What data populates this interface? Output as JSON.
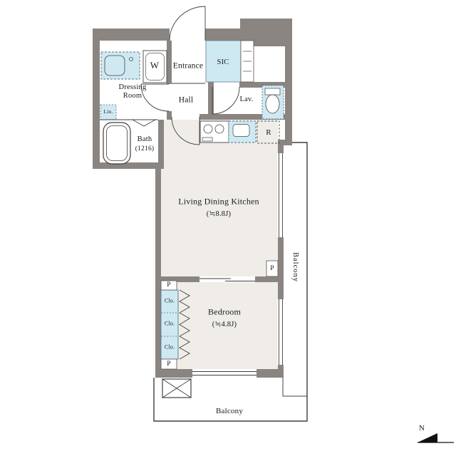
{
  "floorplan": {
    "labels": {
      "entrance": "Entrance",
      "sic": "SIC",
      "washer": "W",
      "dressing_line1": "Dressing",
      "dressing_line2": "Room",
      "hall": "Hall",
      "lavatory": "Lav.",
      "linen": "Lin.",
      "bath": "Bath",
      "bath_size": "(1216)",
      "refrigerator": "R",
      "ldk": "Living Dining Kitchen",
      "ldk_size": "(≒8.8J)",
      "pipe_space": "P",
      "bedroom": "Bedroom",
      "bedroom_size": "(≒4.8J)",
      "closet": "Clo.",
      "balcony_side": "Balcony",
      "balcony_bottom": "Balcony",
      "north": "N"
    },
    "colors": {
      "wall": "#8a8581",
      "floor": "#f0ede8",
      "fixture_fill": "#cfe9f2",
      "line": "#3f3f3f",
      "background": "#ffffff"
    }
  }
}
